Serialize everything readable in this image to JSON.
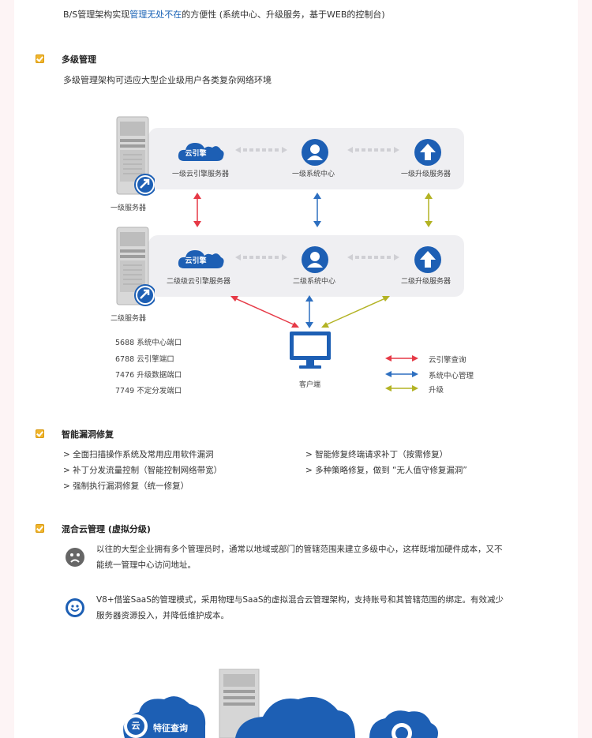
{
  "intro": {
    "prefix": "B/S管理架构实现",
    "highlight": "管理无处不在",
    "suffix": "的方便性 (系统中心、升级服务，基于WEB的控制台)"
  },
  "multi_level": {
    "title": "多级管理",
    "desc": "多级管理架构可适应大型企业级用户各类复杂网络环境",
    "diagram": {
      "tier1": {
        "server_label": "一级服务器",
        "cloud_badge": "云引擎",
        "cloud_label": "一级云引擎服务器",
        "system_label": "一级系统中心",
        "upgrade_label": "一级升级服务器"
      },
      "tier2": {
        "server_label": "二级服务器",
        "cloud_badge": "云引擎",
        "cloud_label": "二级级云引擎服务器",
        "system_label": "二级系统中心",
        "upgrade_label": "二级升级服务器"
      },
      "client_label": "客户端",
      "ports": [
        "5688 系统中心端口",
        "6788 云引擎端口",
        "7476 升级数据端口",
        "7749 不定分发端口"
      ],
      "legend": [
        {
          "label": "云引擎查询",
          "color": "#e63946"
        },
        {
          "label": "系统中心管理",
          "color": "#2d6fc0"
        },
        {
          "label": "升级",
          "color": "#b3b324"
        }
      ]
    }
  },
  "patch": {
    "title": "智能漏洞修复",
    "left": [
      "> 全面扫描操作系统及常用应用软件漏洞",
      "> 补丁分发流量控制（智能控制网络带宽）",
      "> 强制执行漏洞修复（统一修复）"
    ],
    "right": [
      "> 智能修复终端请求补丁（按需修复）",
      "> 多种策略修复，做到 “无人值守修复漏洞”"
    ]
  },
  "hybrid": {
    "title": "混合云管理 (虚拟分级)",
    "before_line1": "以往的大型企业拥有多个管理员时，通常以地域或部门的管辖范围来建立多级中心，这样既增加硬件成本，又不",
    "before_line2": "能统一管理中心访问地址。",
    "after_line1": "V8+借鉴SaaS的管理模式，采用物理与SaaS的虚拟混合云管理架构，支持账号和其管辖范围的绑定。有效减少",
    "after_line2": "服务器资源投入，并降低维护成本。"
  },
  "bottom": {
    "badge_char": "云",
    "badge_label": "特征查询"
  },
  "colors": {
    "accent_blue": "#1d5fb4",
    "check_orange": "#f0b52d",
    "red_arrow": "#e63946",
    "blue_arrow": "#2d6fc0",
    "olive_arrow": "#b3b324"
  }
}
